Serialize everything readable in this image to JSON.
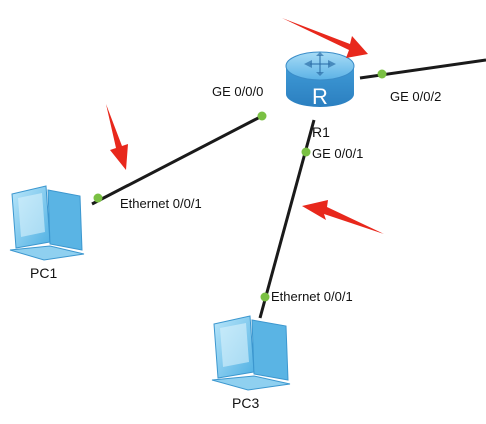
{
  "colors": {
    "link": "#1a1a1a",
    "port_dot": "#7ac043",
    "annotation_arrow": "#e8281c",
    "router_body": "#4aa3dc",
    "pc_body": "#6ec3ec"
  },
  "devices": {
    "router": {
      "name": "R1",
      "icon": "router-icon"
    },
    "pc1": {
      "name": "PC1",
      "icon": "pc-icon"
    },
    "pc3": {
      "name": "PC3",
      "icon": "pc-icon"
    }
  },
  "ports": {
    "r1_ge000": "GE 0/0/0",
    "r1_ge001": "GE 0/0/1",
    "r1_ge002": "GE 0/0/2",
    "pc1_eth": "Ethernet 0/0/1",
    "pc3_eth": "Ethernet 0/0/1"
  }
}
